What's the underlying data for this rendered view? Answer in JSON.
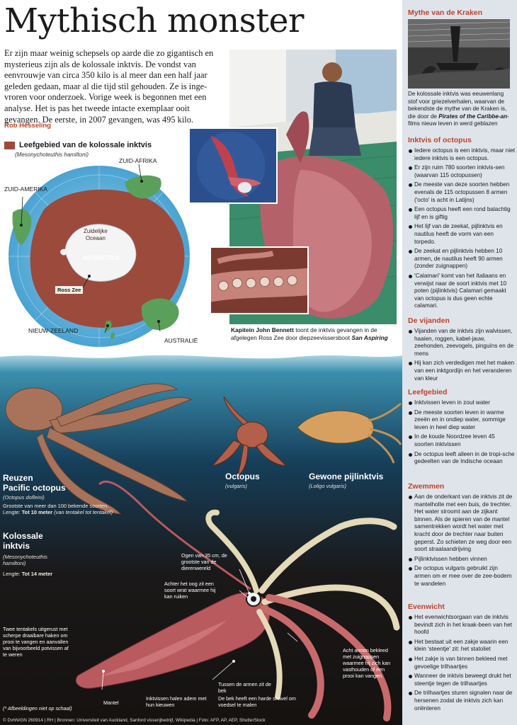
{
  "article": {
    "headline": "Mythisch monster",
    "intro": "Er zijn maar weinig schepsels op aarde die zo gigantisch en mysterieus zijn als de kolossale inktvis. De vondst van eenvrouwje van circa 350 kilo is al meer dan een half jaar geleden gedaan, maar al die tijd stil gehouden. Ze is inge-vroren voor onderzoek. Vorige week is begonnen met een analyse. Het is pas het tweede intacte exemplaar ooit gevangen. De eerste, in 2007 gevangen, was 495 kilo.",
    "byline": "Rob Hesseling"
  },
  "map": {
    "legend_title": "Leefgebied van de kolossale inktvis",
    "legend_sub": "(Mesonychoteuthis hamiltoni)",
    "labels": {
      "south_africa": "ZUID-AFRIKA",
      "south_america": "ZUID-AMERIKA",
      "ocean_line1": "Zuidelijke",
      "ocean_line2": "Oceaan",
      "antarctica": "ANTARCTICA",
      "ross": "Ross Zee",
      "new_zealand": "NIEUW-ZEELAND",
      "australia": "AUSTRALIË"
    },
    "colors": {
      "habitat": "#9c4a3c",
      "ocean": "#6fb6d9",
      "land": "#5aa05a",
      "ice": "#f4f4f4"
    }
  },
  "photo": {
    "caption_bold1": "Kapitein John Bennett",
    "caption_mid": " toont de inktvis gevangen in de afgelegen Ross Zee door diepzeevissersboot ",
    "caption_bold2": "San Aspiring"
  },
  "sidebar": {
    "myth": {
      "title": "Mythe van de Kraken",
      "text_before": "De kolossale inktvis was eeuwenlang stof voor griezelverhalen, waarvan de bekendste de mythe van de Kraken is, die door de ",
      "text_film": "Pirates of the Caribbe-an",
      "text_after": "-films nieuw leven in werd geblazen"
    },
    "sections": [
      {
        "title": "Inktvis of octopus",
        "items": [
          "Iedere octopus is een inktvis, maar niet iedere inktvis is een octopus.",
          "Er zijn ruim 780 soorten inktvis-sen (waarvan 115 octopussen)",
          "De meeste van deze soorten hebben evenals de 115 octopussen 8 armen ('octo' is acht in Latijns)",
          "Een octopus heeft een rond balachtig lijf en is giftig",
          "Het lijf van de zeekat, pijlinktvis en nautilus heeft de vorm van een torpedo.",
          "De zeekat en pijlinktvis hebben 10 armen, de nautilus heeft 90 armen (zonder zuignappen)",
          "'Calamari' komt van het Italiaans en verwijst naar de soort inktvis met 10 poten (pijlinktvis) Calamari gemaakt van octopus is dus geen echte calamari."
        ]
      },
      {
        "title": "De vijanden",
        "items": [
          "Vijanden van de inktvis zijn walvissen, haaien, roggen, kabel-jauw, zeehonden, zeevogels, pinguïns en de mens",
          "Hij kan zich verdedigen met het maken van een inktgordijn en het veranderen van kleur"
        ]
      },
      {
        "title": "Leefgebied",
        "items": [
          "Inktvissen leven in zout water",
          "De meeste soorten leven in warme zeeën en in ondiep water, sommige leven in heel diep water",
          "In de koude Noordzee leven 45 soorten inktvissen",
          "De octopus leeft alleen in de tropi-sche gedeelten van de Indische oceaan"
        ]
      },
      {
        "title": "Zwemmen",
        "items": [
          "Aan de onderkant van de inktvis zit de mantelholte met een buis, de trechter. Het water stroomt aan de zijkant binnen. Als de spieren van de mantel samentrekken wordt het water met kracht door de trechter naar buiten geperst. Zo schieten ze weg door een soort straalaandrijving",
          "Pijlinktvissen hebben vinnen",
          "De octopus vulgaris gebruikt zijn armen om er mee over de zee-bodem te wandelen"
        ]
      },
      {
        "title": "Evenwicht",
        "items": [
          "Het evenwichtsorgaan van de inktvis bevindt zich in het kraak-been van het hoofd",
          "Het bestaat uit een zakje waarin een klein 'steentje' zit: het statoliet",
          "Het zakje is van binnen bekleed met gevoelige trilhaartjes",
          "Wanneer de inktvis beweegt drukt het steentje tegen de trilhaartjes",
          "De trilhaartjes sturen signalen naar de hersenen zodat de inktvis zich kan oriënteren"
        ]
      }
    ]
  },
  "illustration": {
    "pacific": {
      "name1": "Reuzen",
      "name2": "Pacific octopus",
      "latin": "(Octopus dofleini)",
      "desc": "Grootste van meer dan 100 bekende soorten.",
      "length_label": "Lengte: ",
      "length_val": "Tot 10 meter",
      "length_note": " (van tentakel tot tentakel)"
    },
    "octopus": {
      "name": "Octopus",
      "latin": "(vulgaris)"
    },
    "pijlinktvis": {
      "name": "Gewone pijlinktvis",
      "latin": "(Loligo vulgaris)"
    },
    "kolossale": {
      "name1": "Kolossale",
      "name2": "inktvis",
      "latin1": "(Mesonychoteuthis",
      "latin2": "hamiltoni)",
      "length_label": "Lengte: ",
      "length_val": "Tot 14 meter"
    },
    "callouts": {
      "eyes": "Ogen van 35 cm, de grootste van de dierenwereld",
      "smell": "Achter het oog zit een soort wrat waarmee hij kan ruiken",
      "tentacles": "Twee tentakels uitgerust met scherpe draaibare haken om prooi te vangen en aanvallen van bijvoorbeeld potvissen af te weren",
      "arms": "Acht armen bekleed met zuignappen waarmee hij zich kan vasthouden of een prooi kan vangen",
      "beak": "Tussen de armen zit de bek",
      "beak2": "De bek heeft een harde snavel om voedsel te malen",
      "mantle": "Mantel",
      "gills": "Inktvissen halen adem met hun kieuwen",
      "note": "(* Afbeeldingen niet op schaal)"
    },
    "footer": "© DvhN/GN 260914 | RH | Bronnen: Universiteit van Auckland, Sanford visserijbedrijf, Wikipedia | Foto: AFP, AP, AEP, ShutterStock"
  }
}
